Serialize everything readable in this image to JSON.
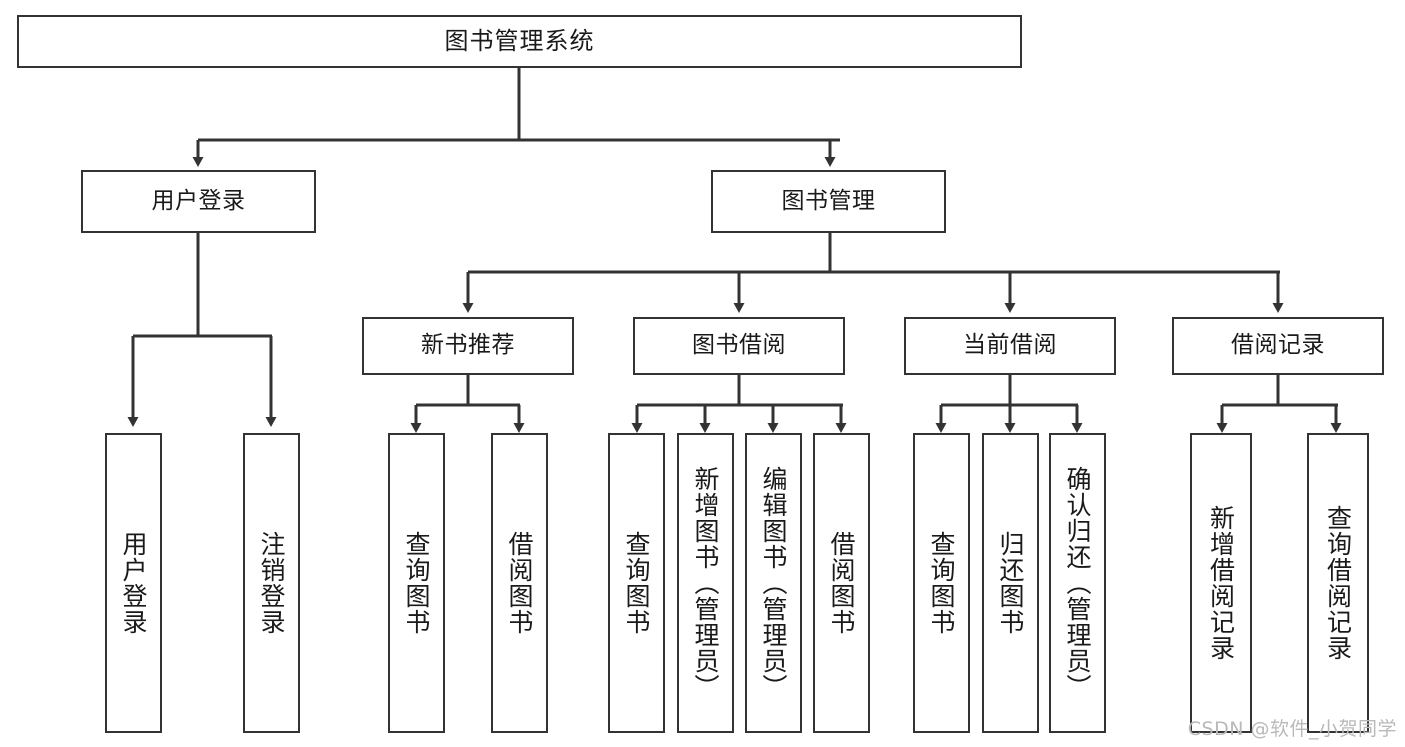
{
  "diagram": {
    "title": "图书管理系统",
    "watermark": "CSDN @软件_小贺同学",
    "stroke_color": "#333333",
    "background_color": "#ffffff",
    "text_color": "#1a1a1a",
    "watermark_color": "#b9b9b9"
  },
  "nodes": {
    "root": {
      "label": "图书管理系统"
    },
    "level2": [
      {
        "label": "用户登录"
      },
      {
        "label": "图书管理"
      }
    ],
    "level3": [
      {
        "label": "新书推荐"
      },
      {
        "label": "图书借阅"
      },
      {
        "label": "当前借阅"
      },
      {
        "label": "借阅记录"
      }
    ],
    "leaves_user_login": [
      {
        "label": "用户登录"
      },
      {
        "label": "注销登录"
      }
    ],
    "leaves_new_book": [
      {
        "label": "查询图书"
      },
      {
        "label": "借阅图书"
      }
    ],
    "leaves_borrow": [
      {
        "label": "查询图书"
      },
      {
        "label": "新增图书（管理员）"
      },
      {
        "label": "编辑图书（管理员）"
      },
      {
        "label": "借阅图书"
      }
    ],
    "leaves_current": [
      {
        "label": "查询图书"
      },
      {
        "label": "归还图书"
      },
      {
        "label": "确认归还（管理员）"
      }
    ],
    "leaves_records": [
      {
        "label": "新增借阅记录"
      },
      {
        "label": "查询借阅记录"
      }
    ]
  }
}
